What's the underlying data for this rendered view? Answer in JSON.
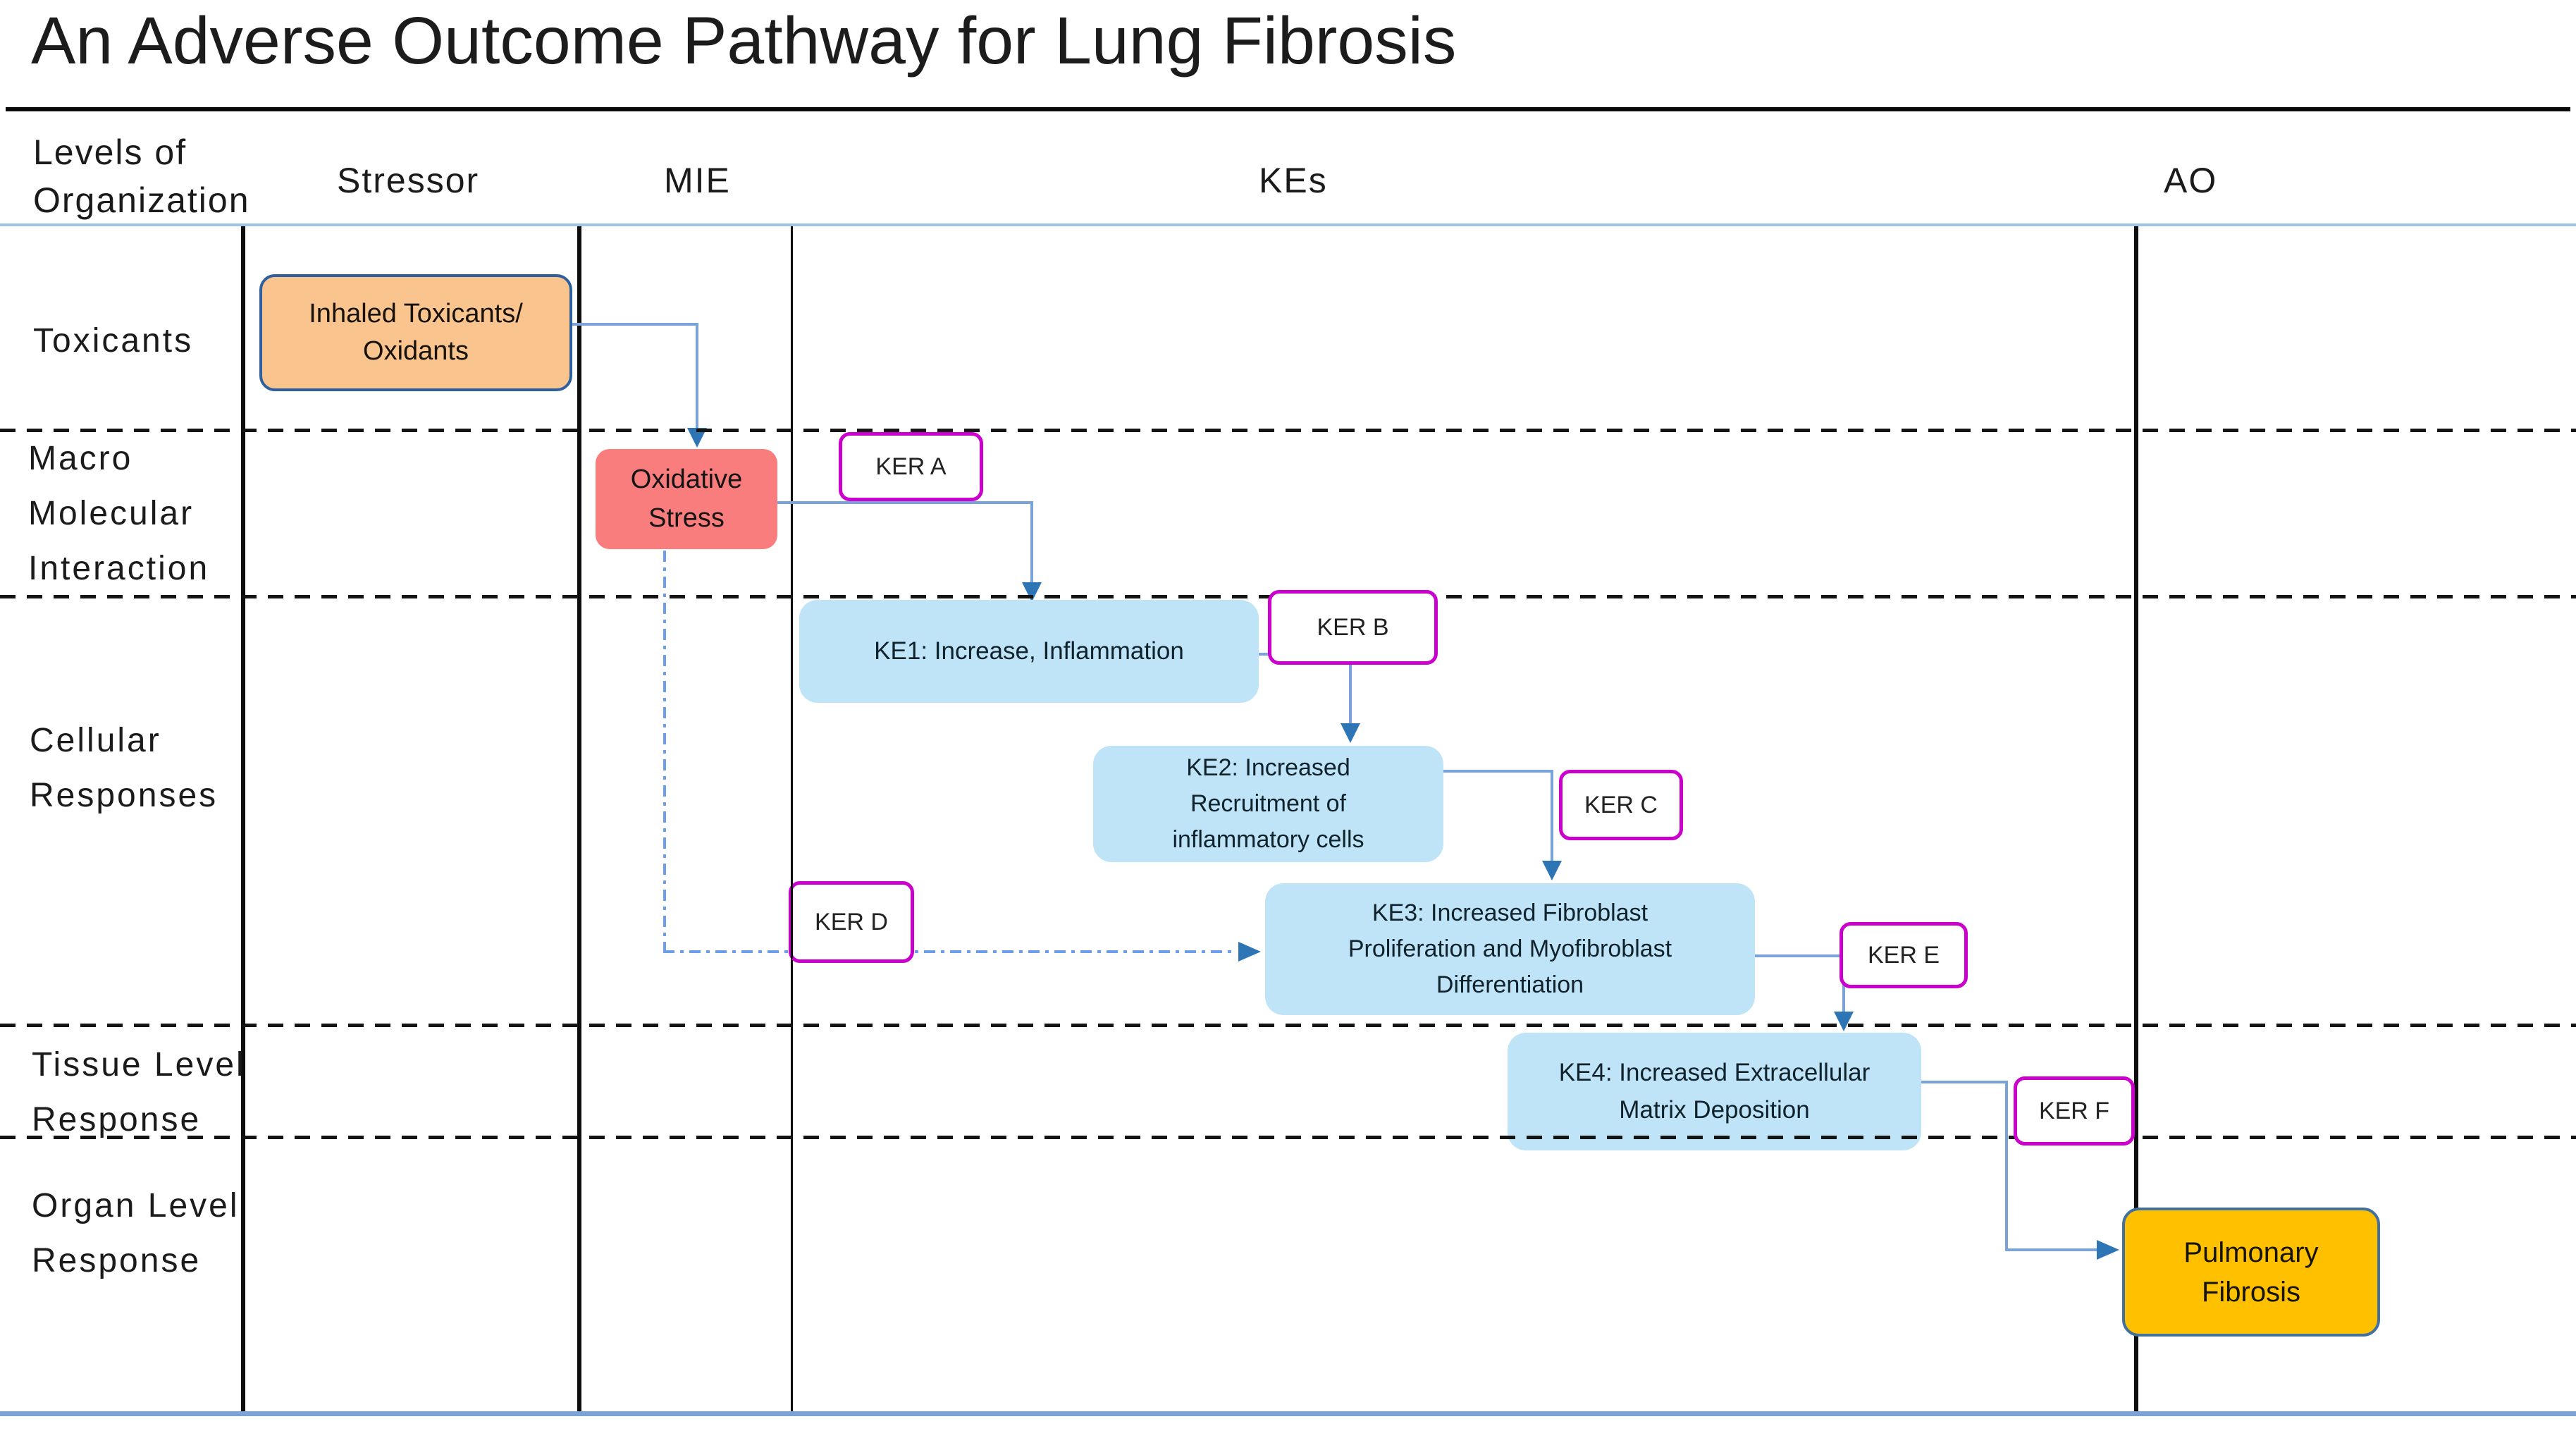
{
  "title": "An Adverse Outcome Pathway for Lung Fibrosis",
  "header": {
    "levels_label": "Levels of\nOrganization",
    "columns": [
      {
        "label": "Stressor"
      },
      {
        "label": "MIE"
      },
      {
        "label": "KEs"
      },
      {
        "label": "AO"
      }
    ]
  },
  "row_labels": {
    "toxicants": "Toxicants",
    "macro": "Macro\nMolecular\nInteraction",
    "cellular": "Cellular\nResponses",
    "tissue": "Tissue Level\nResponse",
    "organ": "Organ Level\nResponse"
  },
  "nodes": {
    "stressor": "Inhaled Toxicants/\nOxidants",
    "mie": "Oxidative\nStress",
    "ke1": "KE1: Increase, Inflammation",
    "ke2": "KE2: Increased\nRecruitment of\ninflammatory cells",
    "ke3": "KE3: Increased Fibroblast\nProliferation and Myofibroblast\nDifferentiation",
    "ke4": "KE4: Increased Extracellular\nMatrix Deposition",
    "ao": "Pulmonary\nFibrosis"
  },
  "kers": {
    "a": "KER A",
    "b": "KER B",
    "c": "KER C",
    "d": "KER D",
    "e": "KER E",
    "f": "KER F"
  },
  "connections": [
    {
      "from": "Inhaled Toxicants/Oxidants",
      "to": "Oxidative Stress",
      "ker": null,
      "style": "solid"
    },
    {
      "from": "Oxidative Stress",
      "to": "KE1",
      "ker": "KER A",
      "style": "solid"
    },
    {
      "from": "KE1",
      "to": "KE2",
      "ker": "KER B",
      "style": "solid"
    },
    {
      "from": "KE2",
      "to": "KE3",
      "ker": "KER C",
      "style": "solid"
    },
    {
      "from": "Oxidative Stress",
      "to": "KE3",
      "ker": "KER D",
      "style": "dash-dot"
    },
    {
      "from": "KE3",
      "to": "KE4",
      "ker": "KER E",
      "style": "solid"
    },
    {
      "from": "KE4",
      "to": "Pulmonary Fibrosis",
      "ker": "KER F",
      "style": "solid"
    }
  ],
  "colors": {
    "stressor_fill": "#FAC48E",
    "stressor_border": "#2E5F9E",
    "mie_fill": "#FA7D7D",
    "ke_fill": "#BFE3F7",
    "ao_fill": "#FFC000",
    "ao_border": "#41719C",
    "ker_border": "#CC00CC",
    "connector": "#7AA3DC",
    "arrowhead": "#2E75B6",
    "dashdot": "#6D9EEB",
    "header_rule": "#9DC3E6",
    "bottom_rule": "#7BA2D9"
  }
}
